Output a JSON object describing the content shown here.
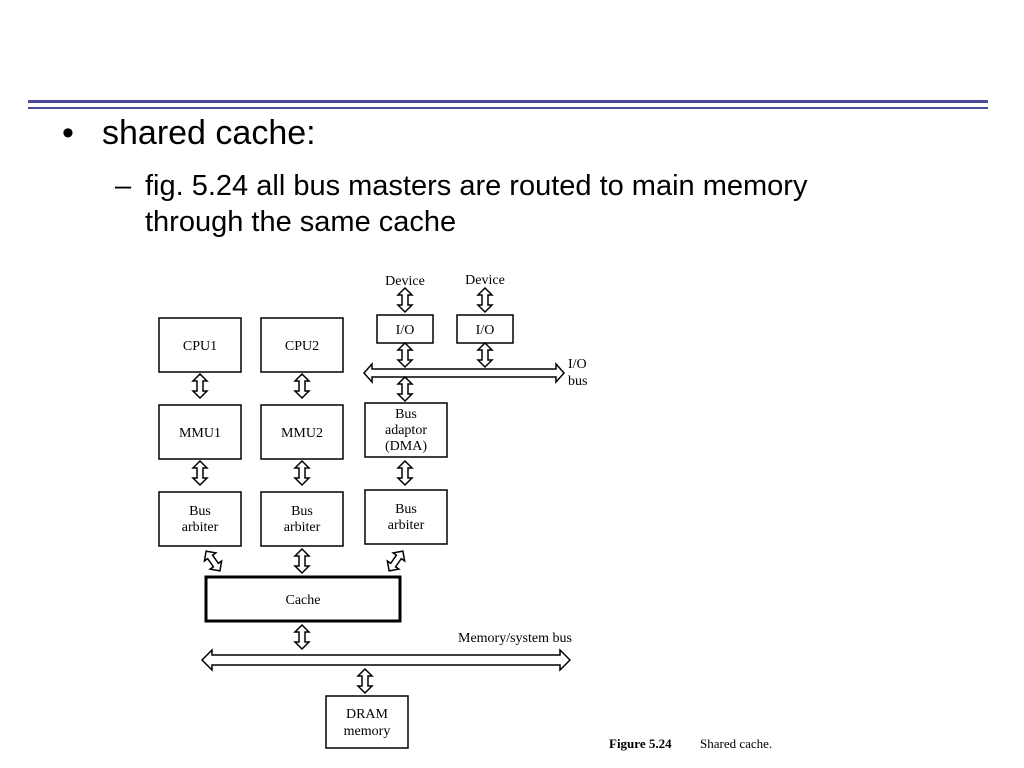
{
  "slide": {
    "bullet_marker": "•",
    "bullet": "shared cache:",
    "sub_marker": "–",
    "sub_line1": "fig. 5.24 all bus masters are routed to main memory",
    "sub_line2": "through the same cache"
  },
  "diagram": {
    "cpu1": "CPU1",
    "cpu2": "CPU2",
    "mmu1": "MMU1",
    "mmu2": "MMU2",
    "bus_arbiter_1": [
      "Bus",
      "arbiter"
    ],
    "bus_arbiter_2": [
      "Bus",
      "arbiter"
    ],
    "bus_arbiter_3": [
      "Bus",
      "arbiter"
    ],
    "bus_adaptor": [
      "Bus",
      "adaptor",
      "(DMA)"
    ],
    "device_1": "Device",
    "device_2": "Device",
    "io_1": "I/O",
    "io_2": "I/O",
    "io_bus": [
      "I/O",
      "bus"
    ],
    "cache": "Cache",
    "memory_bus": "Memory/system bus",
    "dram": [
      "DRAM",
      "memory"
    ],
    "caption_label": "Figure 5.24",
    "caption_text": "Shared cache."
  }
}
